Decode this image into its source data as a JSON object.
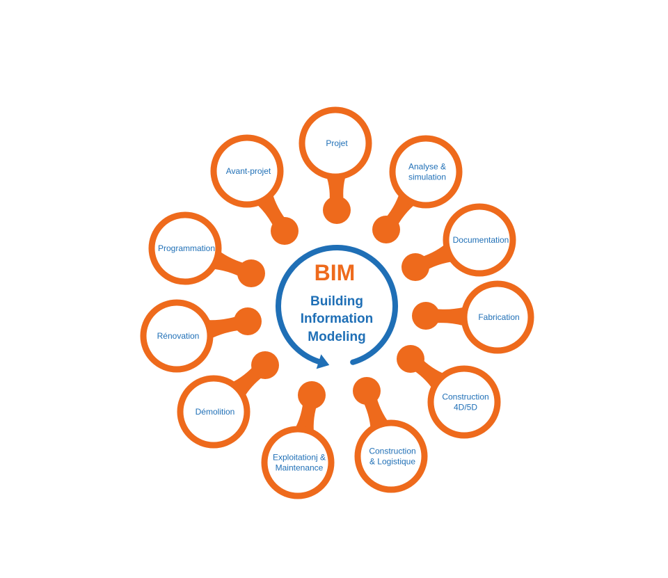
{
  "colors": {
    "accent_orange": "#ee6a1c",
    "accent_blue": "#1f6fb6",
    "background": "#ffffff"
  },
  "center": {
    "title": "BIM",
    "lines": [
      "Building",
      "Information",
      "Modeling"
    ]
  },
  "nodes": [
    {
      "id": "projet",
      "lines": [
        "Projet"
      ]
    },
    {
      "id": "analyse-simulation",
      "lines": [
        "Analyse &",
        "simulation"
      ]
    },
    {
      "id": "documentation",
      "lines": [
        "Documentation"
      ]
    },
    {
      "id": "fabrication",
      "lines": [
        "Fabrication"
      ]
    },
    {
      "id": "construction-4d5d",
      "lines": [
        "Construction",
        "4D/5D"
      ]
    },
    {
      "id": "construction-logistique",
      "lines": [
        "Construction",
        "& Logistique"
      ]
    },
    {
      "id": "exploitation-maintenance",
      "lines": [
        "Exploitationj &",
        "Maintenance"
      ]
    },
    {
      "id": "demolition",
      "lines": [
        "Démolition"
      ]
    },
    {
      "id": "renovation",
      "lines": [
        "Rénovation"
      ]
    },
    {
      "id": "programmation",
      "lines": [
        "Programmation"
      ]
    },
    {
      "id": "avant-projet",
      "lines": [
        "Avant-projet"
      ]
    }
  ]
}
